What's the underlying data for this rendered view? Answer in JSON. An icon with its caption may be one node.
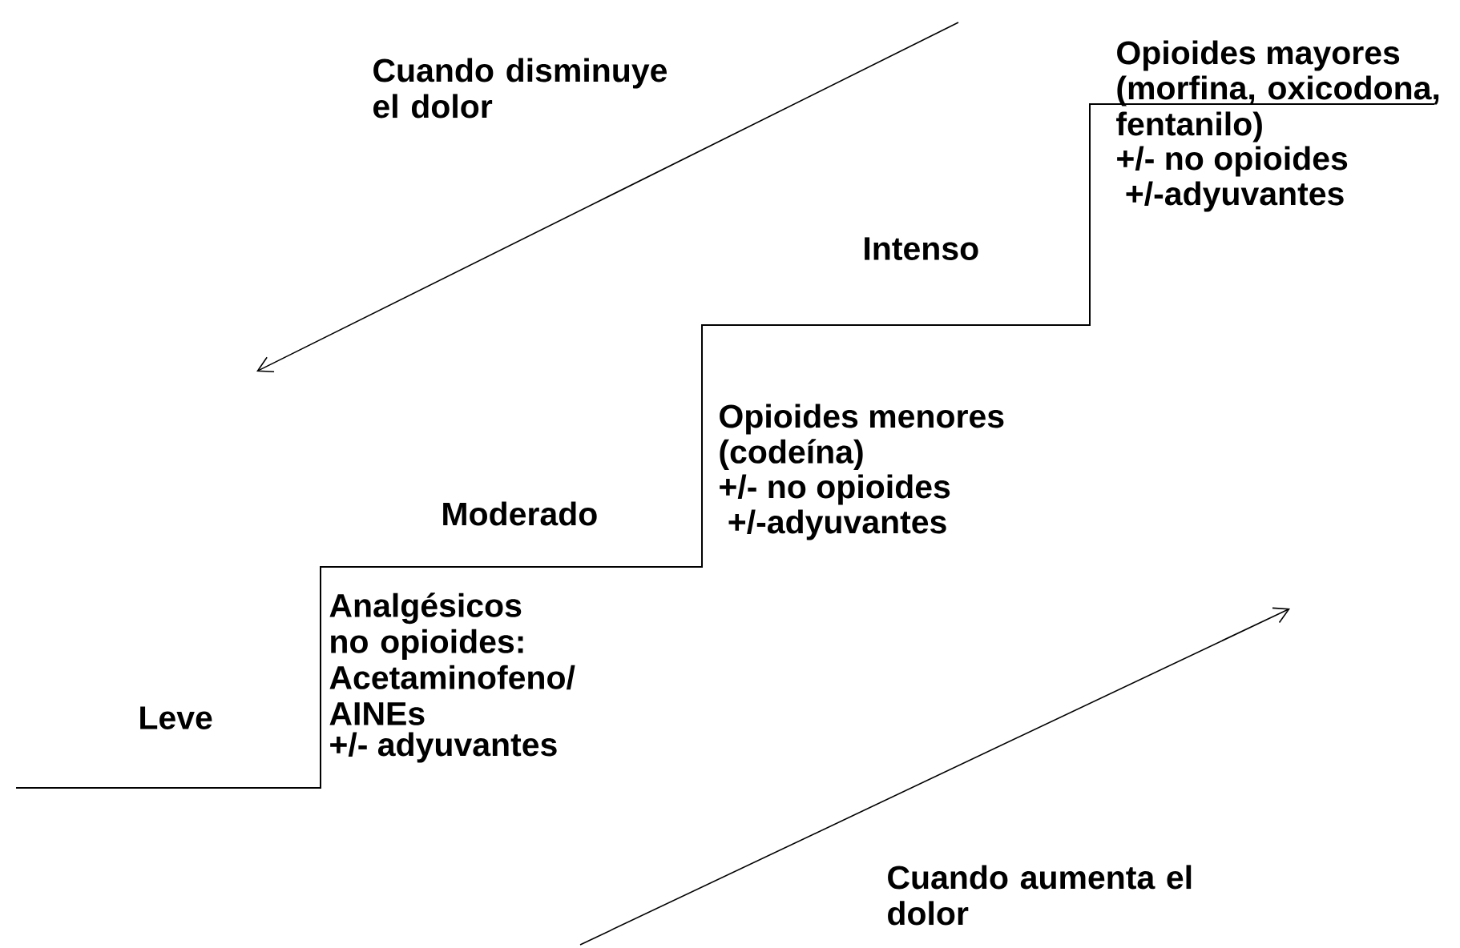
{
  "diagram": {
    "labels": [
      "Cuando disminuye el dolor",
      "Opioides mayores",
      "(morfina, oxicodona, fentanilo)",
      "+/-  no opioides",
      " +/-adyuvantes",
      "Intenso",
      "Opioides menores",
      "(codeína)",
      "+/- no opioides",
      " +/-adyuvantes",
      "Moderado",
      "Analgésicos no opioides: Acetaminofeno/ AINEs",
      "+/- adyuvantes",
      "Leve",
      "Cuando aumenta el dolor"
    ]
  }
}
